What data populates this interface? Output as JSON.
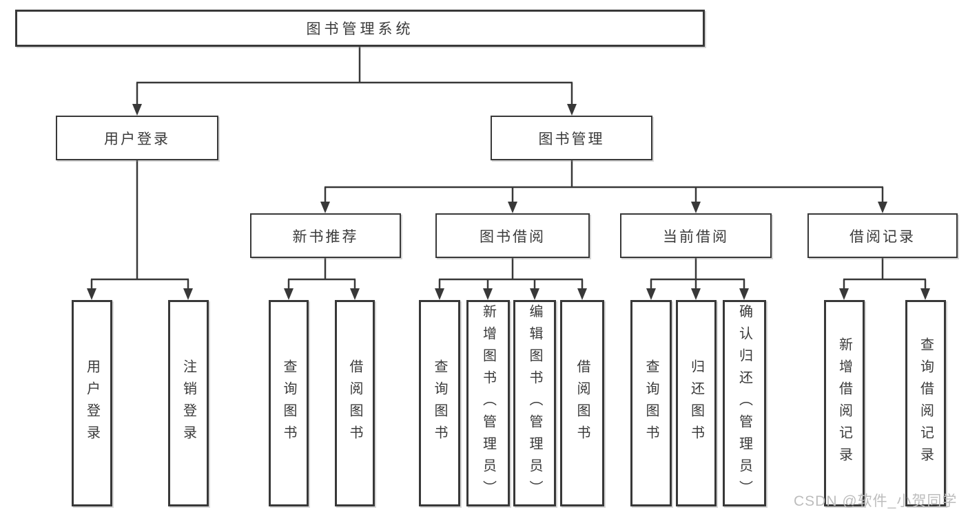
{
  "colors": {
    "line": "#383838",
    "node_text": "#3a3a3a",
    "node_fill": "#ffffff",
    "watermark_text": "#bdbdbd"
  },
  "tree": {
    "root": "图书管理系统",
    "level2": [
      "用户登录",
      "图书管理"
    ],
    "level3": [
      "新书推荐",
      "图书借阅",
      "当前借阅",
      "借阅记录"
    ],
    "leaves": {
      "user_login": [
        "用户登录",
        "注销登录"
      ],
      "new_book_recommend": [
        "查询图书",
        "借阅图书"
      ],
      "book_borrow": [
        "查询图书",
        "新增图书（管理员）",
        "编辑图书（管理员）",
        "借阅图书"
      ],
      "current_borrow": [
        "查询图书",
        "归还图书",
        "确认归还（管理员）"
      ],
      "borrow_record": [
        "新增借阅记录",
        "查询借阅记录"
      ]
    }
  },
  "watermark": "CSDN @软件_小贺同学"
}
